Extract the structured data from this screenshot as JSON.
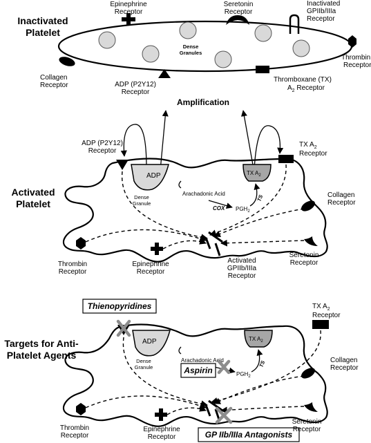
{
  "sections": {
    "inactivated": "Inactivated Platelet",
    "activated": "Activated Platelet",
    "targets": "Targets for Anti-Platelet Agents"
  },
  "inactivated_labels": {
    "epinephrine": "Epinephrine Receptor",
    "serotonin": "Seretonin Receptor",
    "gp": "Inactivated GPIIb/IIIa Receptor",
    "thrombin": "Thrombin Receptor",
    "collagen": "Collagen Receptor",
    "adp": "ADP (P2Y12) Receptor",
    "txa2": "Thromboxane (TX) A2 Receptor",
    "dense": "Dense Granules"
  },
  "amplification": "Amplification",
  "activated_labels": {
    "adp_receptor": "ADP (P2Y12) Receptor",
    "adp": "ADP",
    "dense": "Dense Granule",
    "arachidonic": "Arachadonic Acid",
    "txa2": "TX A2",
    "txa2_receptor": "TX A2 Receptor",
    "cox": "COX",
    "pgh2": "PGH2",
    "ts": "TS",
    "collagen": "Collagen Receptor",
    "serotonin": "Seretonin Receptor",
    "thrombin": "Thrombin Receptor",
    "epinephrine": "Epinephrine Receptor",
    "gp": "Activated GPIIb/IIIa Receptor"
  },
  "targets_labels": {
    "thienopyridines": "Thienopyridines",
    "aspirin": "Aspirin",
    "gp_antagonists": "GP IIb/IIIa Antagonists",
    "adp": "ADP",
    "dense": "Dense Granule",
    "arachidonic": "Arachadonic Acid",
    "txa2": "TX A2",
    "txa2_receptor": "TX A2 Receptor",
    "pgh2": "PGH2",
    "ts": "TS",
    "collagen": "Collagen Receptor",
    "serotonin": "Seretonin Receptor",
    "thrombin": "Thrombin Receptor",
    "epinephrine": "Epinephrine Receptor"
  },
  "colors": {
    "granule_fill": "#d9d9d9",
    "tx_fill": "#a6a6a6",
    "x_mark": "#8c8c8c"
  }
}
